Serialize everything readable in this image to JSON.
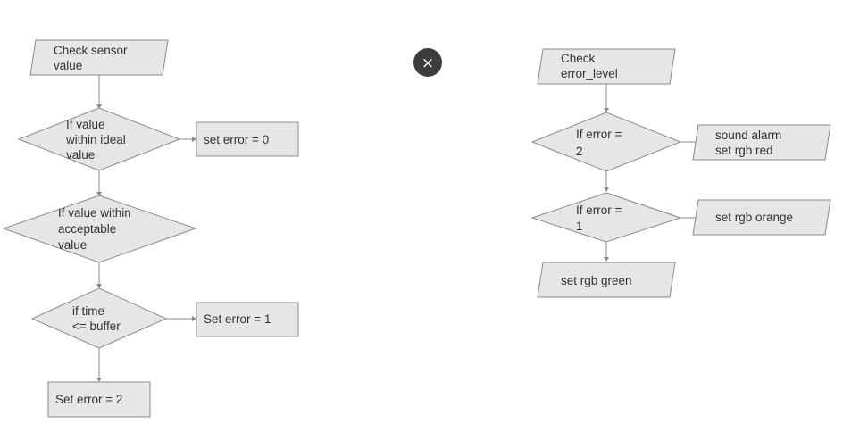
{
  "left_flowchart": {
    "check_sensor": [
      "Check sensor",
      "value"
    ],
    "if_ideal": [
      "If value",
      "within ideal",
      "value"
    ],
    "set_error_0": [
      "set error = 0"
    ],
    "if_acceptable": [
      "If value within",
      "acceptable",
      "value"
    ],
    "if_time": [
      "if time",
      "<= buffer"
    ],
    "set_error_1": [
      "Set error = 1"
    ],
    "set_error_2": [
      "Set error = 2"
    ]
  },
  "right_flowchart": {
    "check_error_level": [
      "Check",
      "error_level"
    ],
    "if_error_2": [
      "If error =",
      "2"
    ],
    "sound_alarm": [
      "sound alarm",
      "set rgb red"
    ],
    "if_error_1": [
      "If error =",
      "1"
    ],
    "set_rgb_orange": [
      "set rgb orange"
    ],
    "set_rgb_green": [
      "set rgb green"
    ]
  },
  "close_button": {
    "glyph": "×",
    "color": "#3c3c3c"
  }
}
